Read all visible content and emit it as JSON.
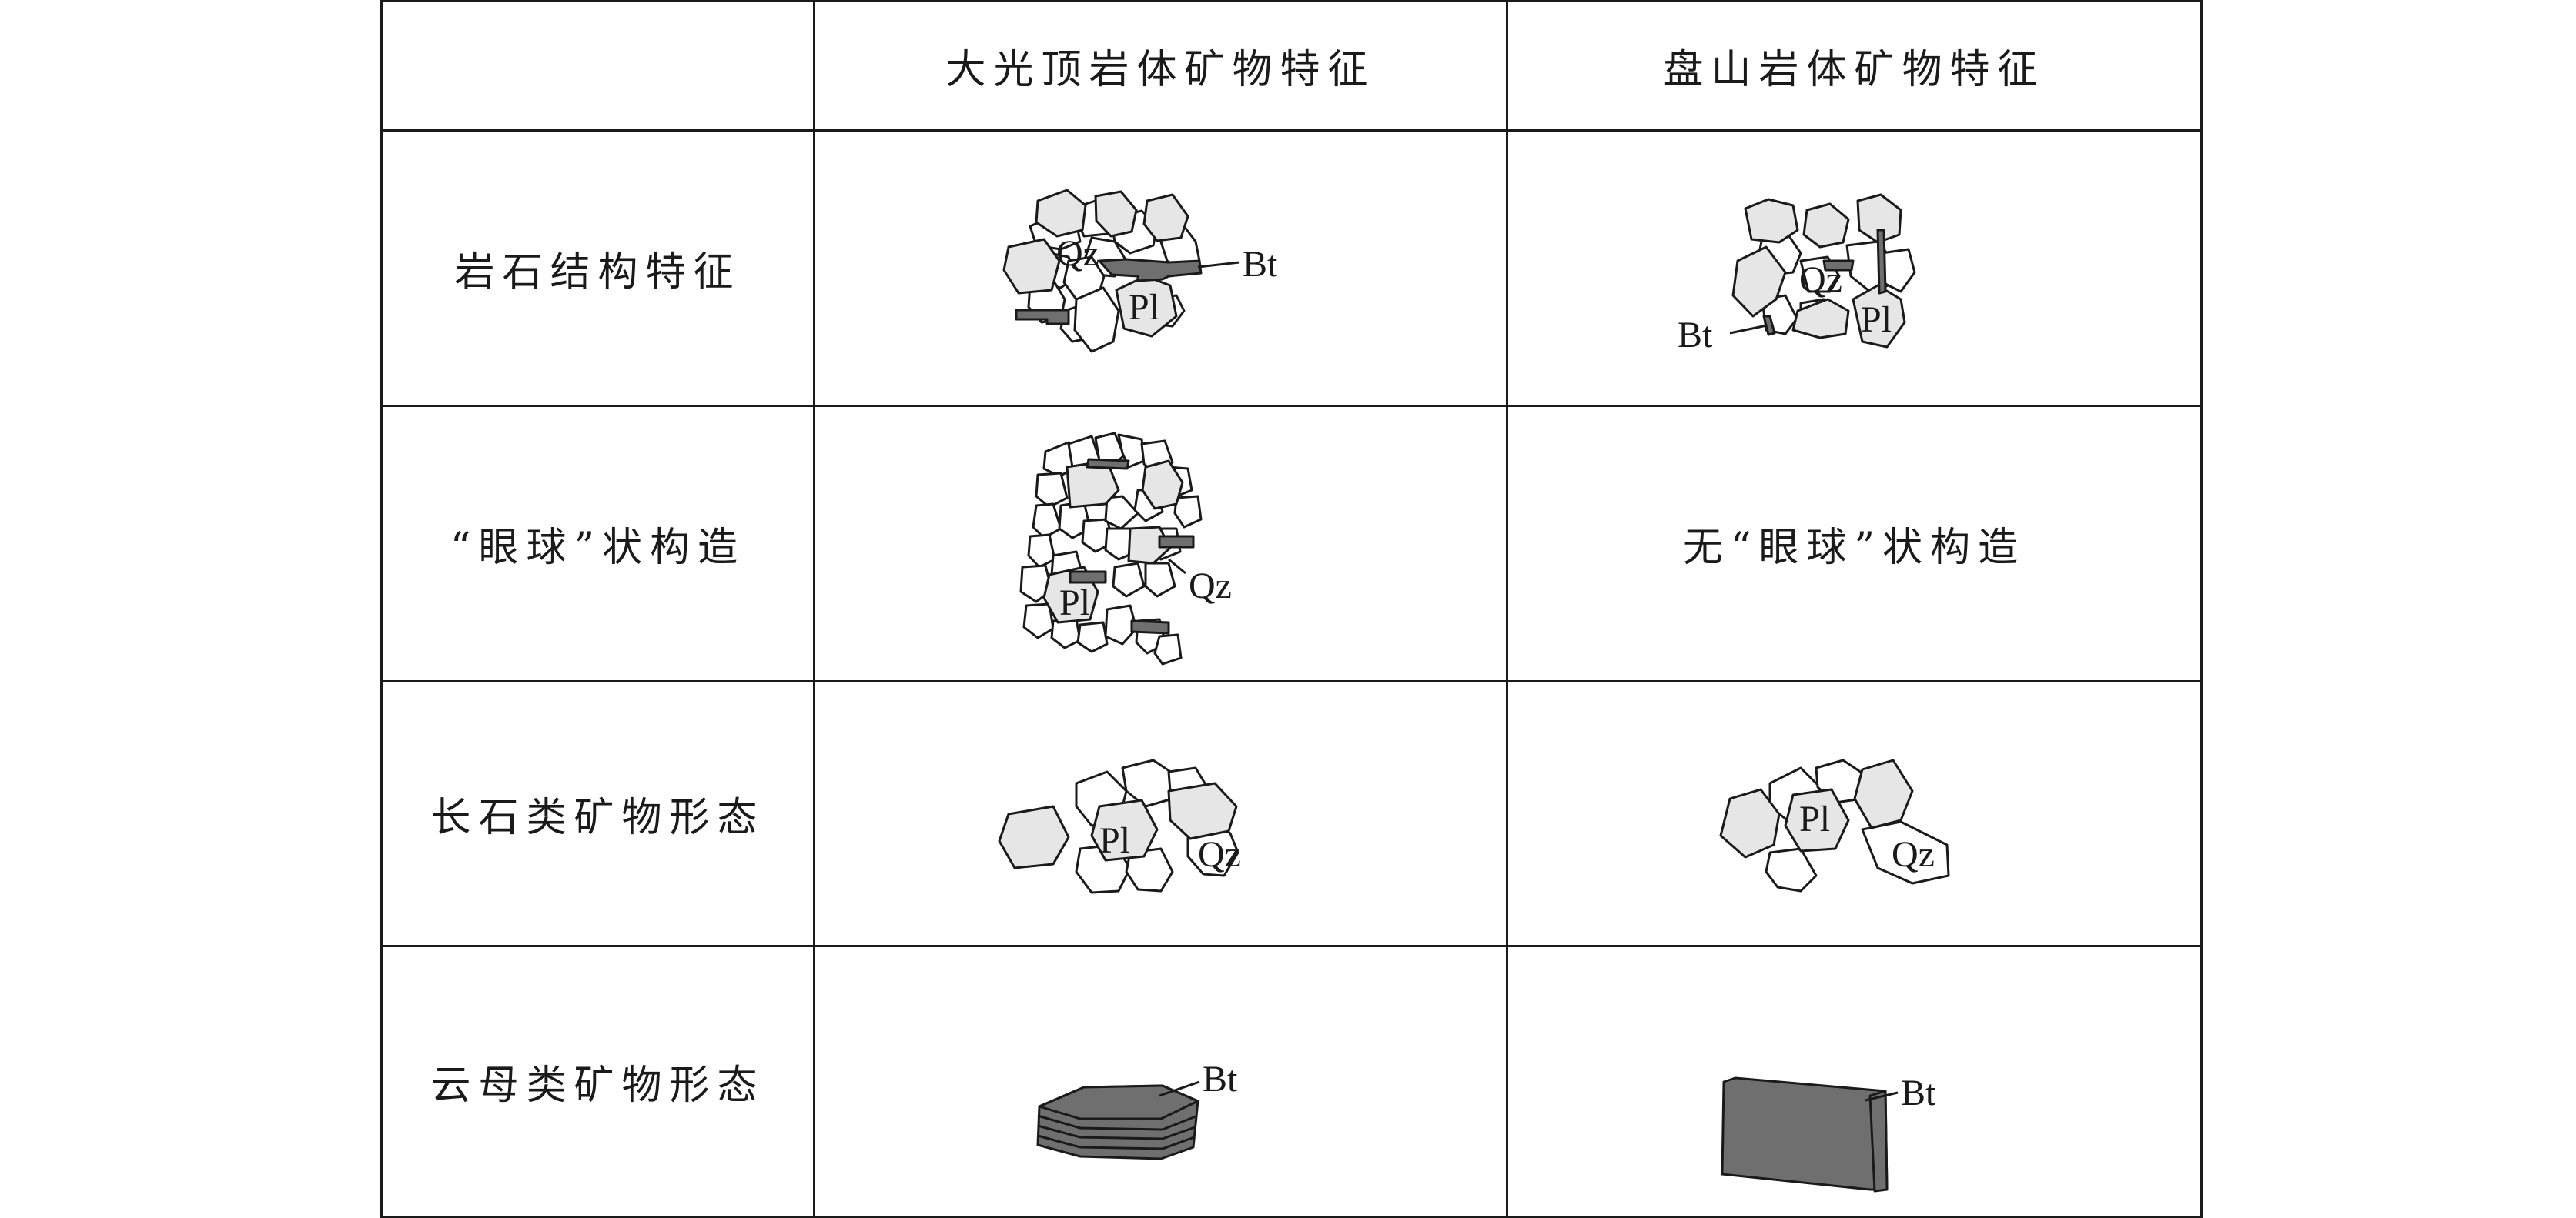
{
  "table": {
    "col_headers": [
      "",
      "大光顶岩体矿物特征",
      "盘山岩体矿物特征"
    ],
    "rows": [
      {
        "label": "岩石结构特征",
        "right_text": ""
      },
      {
        "label": "“眼球”状构造",
        "right_text": "无“眼球”状构造"
      },
      {
        "label": "长石类矿物形态",
        "right_text": ""
      },
      {
        "label": "云母类矿物形态",
        "right_text": ""
      }
    ]
  },
  "mineral_labels": {
    "quartz": "Qz",
    "plagioclase": "Pl",
    "biotite": "Bt"
  },
  "colors": {
    "light_mineral": "#e6e6e6",
    "dark_mineral": "#6f6f6f",
    "line": "#1a1a1a"
  }
}
